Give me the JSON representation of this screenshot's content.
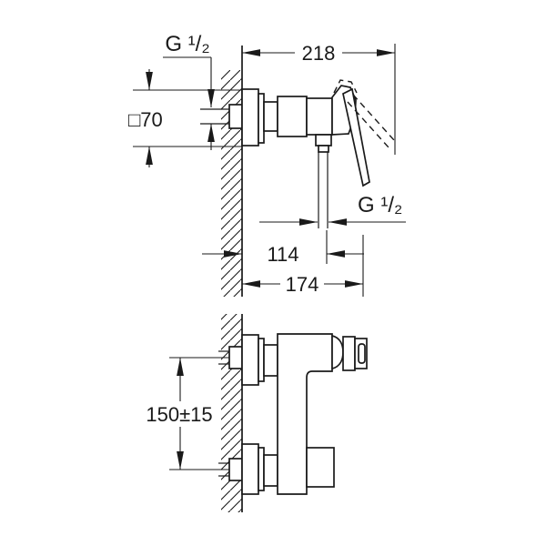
{
  "page": {
    "background": "#ffffff",
    "ink": "#1a1a1a",
    "description": "Technical dimensional drawing of a wall-mounted single-lever shower mixer, side view and plan view"
  },
  "side_view": {
    "labels": {
      "inlet_thread": "G ¹/₂",
      "escutcheon_size": "□70",
      "overall_depth": "218",
      "outlet_thread": "G ¹/₂",
      "outlet_distance": "114",
      "body_depth": "174"
    }
  },
  "plan_view": {
    "labels": {
      "connection_spacing": "150±15"
    }
  }
}
